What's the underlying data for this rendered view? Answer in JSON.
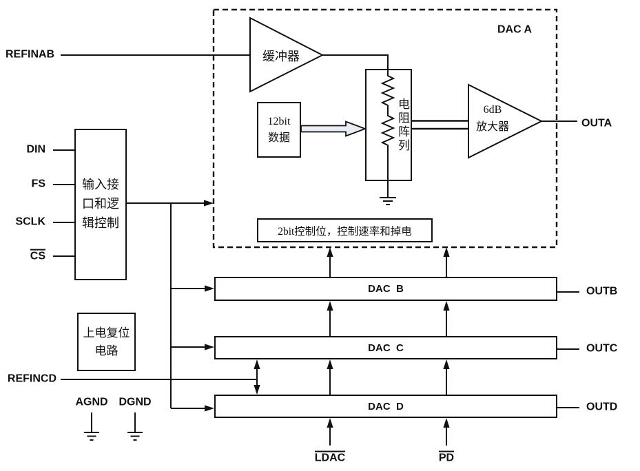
{
  "pins": {
    "refinab": "REFINAB",
    "din": "DIN",
    "fs": "FS",
    "sclk": "SCLK",
    "cs": "CS",
    "refincd": "REFINCD",
    "agnd": "AGND",
    "dgnd": "DGND",
    "ldac": "LDAC",
    "pd": "PD"
  },
  "outputs": {
    "outa": "OUTA",
    "outb": "OUTB",
    "outc": "OUTC",
    "outd": "OUTD"
  },
  "blocks": {
    "dac_a": "DAC A",
    "buffer": "缓冲器",
    "data_line1": "12bit",
    "data_line2": "数据",
    "resistor_array": "电阻阵列",
    "amp_line1": "6dB",
    "amp_line2": "放大器",
    "control": "2bit控制位，控制速率和掉电",
    "input_logic": "输入接口和逻辑控制",
    "power_on_reset": "上电复位电路",
    "dac_b": "DAC  B",
    "dac_c": "DAC  C",
    "dac_d": "DAC  D"
  },
  "colors": {
    "line": "#111111",
    "background": "#ffffff",
    "bus_arrow_fill": "#e9ecf3"
  }
}
